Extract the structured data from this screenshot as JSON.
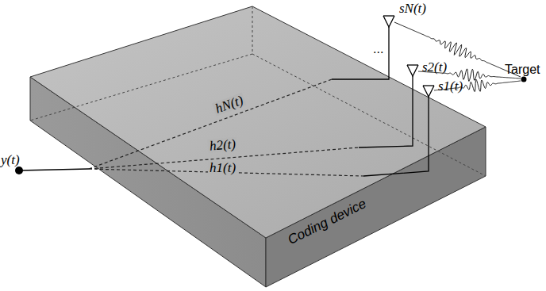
{
  "diagram": {
    "nodes": [
      {
        "text": [
          "Coding device"
        ]
      }
    ],
    "labels": [
      "y(t)",
      "hN(t)",
      "h2(t)",
      "h1(t)",
      "sN(t)",
      "s2(t)",
      "s1(t)",
      "...",
      "Target"
    ]
  }
}
